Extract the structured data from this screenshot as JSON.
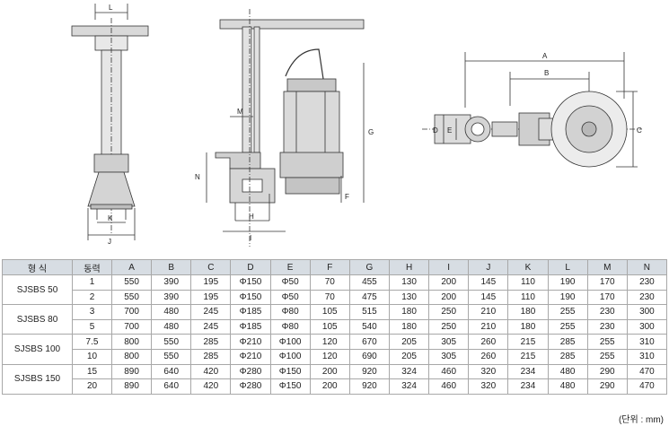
{
  "drawing": {
    "front_labels": {
      "l": "L",
      "k": "K",
      "j": "J"
    },
    "side_labels": {
      "m": "M",
      "n": "N",
      "g": "G",
      "f": "F",
      "h": "H",
      "i": "I"
    },
    "plan_labels": {
      "a": "A",
      "b": "B",
      "c": "C",
      "d": "D",
      "e": "E"
    }
  },
  "table": {
    "headers": [
      "형 식",
      "동력",
      "A",
      "B",
      "C",
      "D",
      "E",
      "F",
      "G",
      "H",
      "I",
      "J",
      "K",
      "L",
      "M",
      "N"
    ],
    "groups": [
      {
        "model": "SJSBS 50",
        "rows": [
          [
            "1",
            "550",
            "390",
            "195",
            "Φ150",
            "Φ50",
            "70",
            "455",
            "130",
            "200",
            "145",
            "110",
            "190",
            "170",
            "230"
          ],
          [
            "2",
            "550",
            "390",
            "195",
            "Φ150",
            "Φ50",
            "70",
            "475",
            "130",
            "200",
            "145",
            "110",
            "190",
            "170",
            "230"
          ]
        ]
      },
      {
        "model": "SJSBS 80",
        "rows": [
          [
            "3",
            "700",
            "480",
            "245",
            "Φ185",
            "Φ80",
            "105",
            "515",
            "180",
            "250",
            "210",
            "180",
            "255",
            "230",
            "300"
          ],
          [
            "5",
            "700",
            "480",
            "245",
            "Φ185",
            "Φ80",
            "105",
            "540",
            "180",
            "250",
            "210",
            "180",
            "255",
            "230",
            "300"
          ]
        ]
      },
      {
        "model": "SJSBS 100",
        "rows": [
          [
            "7.5",
            "800",
            "550",
            "285",
            "Φ210",
            "Φ100",
            "120",
            "670",
            "205",
            "305",
            "260",
            "215",
            "285",
            "255",
            "310"
          ],
          [
            "10",
            "800",
            "550",
            "285",
            "Φ210",
            "Φ100",
            "120",
            "690",
            "205",
            "305",
            "260",
            "215",
            "285",
            "255",
            "310"
          ]
        ]
      },
      {
        "model": "SJSBS 150",
        "rows": [
          [
            "15",
            "890",
            "640",
            "420",
            "Φ280",
            "Φ150",
            "200",
            "920",
            "324",
            "460",
            "320",
            "234",
            "480",
            "290",
            "470"
          ],
          [
            "20",
            "890",
            "640",
            "420",
            "Φ280",
            "Φ150",
            "200",
            "920",
            "324",
            "460",
            "320",
            "234",
            "480",
            "290",
            "470"
          ]
        ]
      }
    ],
    "unit_note": "(단위 : mm)"
  }
}
